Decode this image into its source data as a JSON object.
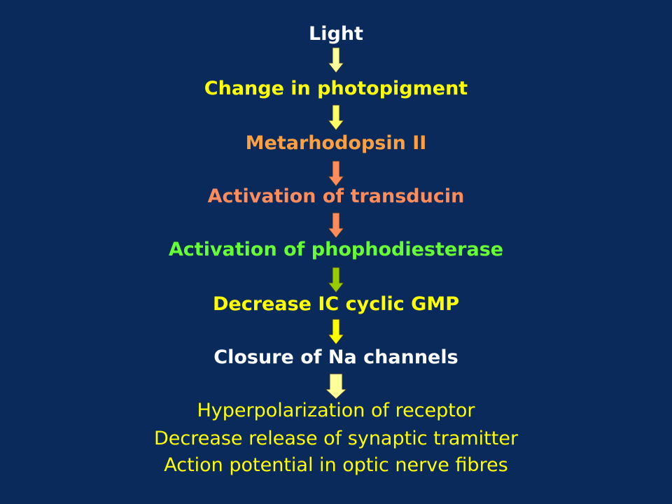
{
  "colors": {
    "background": "#0b2a5c",
    "white": "#ffffff",
    "yellow": "#ffff00",
    "orange": "#ffa040",
    "salmon": "#ff8c5a",
    "green": "#66ff33",
    "light_yellow": "#ffff99"
  },
  "steps": [
    {
      "text": "Light",
      "color": "#ffffff"
    },
    {
      "text": "Change in photopigment",
      "color": "#ffff00"
    },
    {
      "text": "Metarhodopsin II",
      "color": "#ffa040"
    },
    {
      "text": "Activation of transducin",
      "color": "#ff8c5a"
    },
    {
      "text": "Activation of phophodiesterase",
      "color": "#66ff33"
    },
    {
      "text": "Decrease IC cyclic GMP",
      "color": "#ffff00"
    },
    {
      "text": "Closure of Na channels",
      "color": "#ffffff"
    }
  ],
  "arrows": [
    {
      "fill": "#ffff99",
      "icon": "down-arrow-icon"
    },
    {
      "fill": "#ffff66",
      "icon": "down-arrow-icon"
    },
    {
      "fill": "#ff8c5a",
      "icon": "down-arrow-icon"
    },
    {
      "fill": "#ff8c5a",
      "icon": "down-arrow-icon"
    },
    {
      "fill": "#99cc00",
      "icon": "down-arrow-icon"
    },
    {
      "fill": "#ffff00",
      "icon": "down-arrow-icon"
    },
    {
      "fill": "#ffff99",
      "icon": "down-arrow-icon"
    }
  ],
  "outcomes": {
    "color": "#ffff00",
    "lines": [
      "Hyperpolarization of receptor",
      "Decrease release of synaptic tramitter",
      "Action potential in optic nerve fibres"
    ]
  }
}
